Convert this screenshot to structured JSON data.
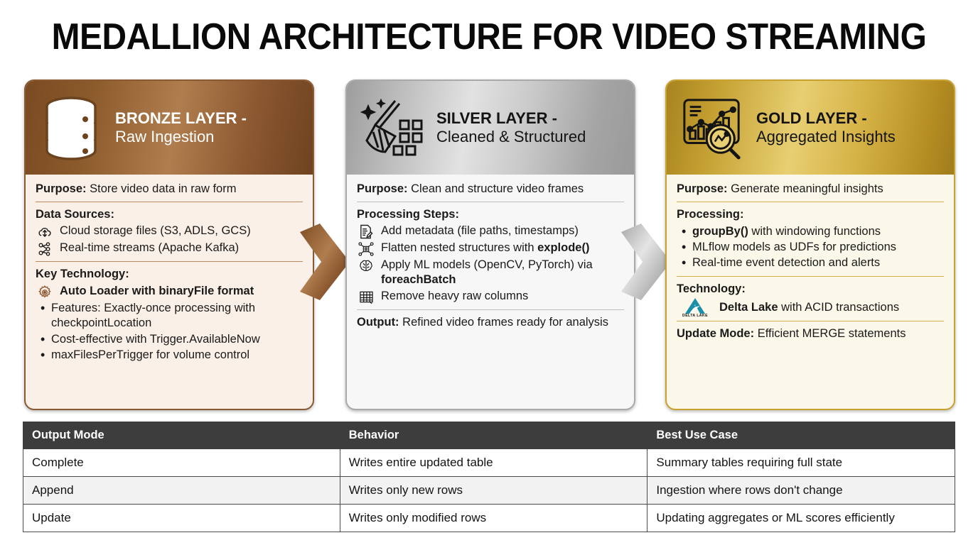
{
  "title": "MEDALLION ARCHITECTURE FOR VIDEO STREAMING",
  "colors": {
    "bronze": "#8b5a2b",
    "silver": "#b9b9b9",
    "gold": "#c6a234",
    "table_header": "#3d3d3d",
    "delta_lake_teal": "#1b8fa8"
  },
  "layers": [
    {
      "id": "bronze",
      "icon": "database-icon",
      "title_line1": "BRONZE LAYER -",
      "title_line2": "Raw Ingestion",
      "purpose_label": "Purpose:",
      "purpose_text": "Store video data in raw form",
      "section1_label": "Data Sources:",
      "sources": [
        {
          "icon": "cloud-upload-icon",
          "text": "Cloud storage files (S3, ADLS, GCS)"
        },
        {
          "icon": "kafka-stream-icon",
          "text": "Real-time streams (Apache Kafka)"
        }
      ],
      "section2_label": "Key Technology:",
      "tech_icon": "gear-icon",
      "tech_text_bold": "Auto Loader with binaryFile format",
      "bullets": [
        "Features: Exactly-once processing with checkpointLocation",
        "Cost-effective with Trigger.AvailableNow",
        "maxFilesPerTrigger for volume control"
      ]
    },
    {
      "id": "silver",
      "icon": "broom-sparkle-icon",
      "title_line1": "SILVER LAYER -",
      "title_line2": "Cleaned & Structured",
      "purpose_label": "Purpose:",
      "purpose_text": "Clean and structure video frames",
      "section1_label": "Processing Steps:",
      "steps": [
        {
          "icon": "document-edit-icon",
          "text": "Add metadata (file paths, timestamps)",
          "bold": ""
        },
        {
          "icon": "flatten-nodes-icon",
          "text": "Flatten nested structures with ",
          "bold": "explode()"
        },
        {
          "icon": "brain-icon",
          "text": "Apply ML models (OpenCV, PyTorch) via ",
          "bold": "foreachBatch"
        },
        {
          "icon": "table-grid-icon",
          "text": "Remove heavy raw columns",
          "bold": ""
        }
      ],
      "output_label": "Output:",
      "output_text": "Refined video frames ready for analysis"
    },
    {
      "id": "gold",
      "icon": "analytics-dashboard-icon",
      "title_line1": "GOLD LAYER -",
      "title_line2": "Aggregated Insights",
      "purpose_label": "Purpose:",
      "purpose_text": "Generate meaningful insights",
      "section1_label": "Processing:",
      "bullets": [
        {
          "bold": "groupBy()",
          "text": " with windowing functions"
        },
        {
          "bold": "",
          "text": "MLflow models as UDFs for predictions"
        },
        {
          "bold": "",
          "text": "Real-time event detection and alerts"
        }
      ],
      "section2_label": "Technology:",
      "tech_icon": "delta-lake-logo",
      "tech_logo_caption": "DELTA LAKE",
      "tech_text_bold": "Delta Lake",
      "tech_text_rest": " with ACID transactions",
      "update_label": "Update Mode:",
      "update_text": "Efficient MERGE statements"
    }
  ],
  "arrows": [
    {
      "id": "arrow-bronze-to-silver",
      "name": "chevron-arrow-right-bronze"
    },
    {
      "id": "arrow-silver-to-gold",
      "name": "chevron-arrow-right-silver"
    }
  ],
  "table": {
    "headers": [
      "Output Mode",
      "Behavior",
      "Best Use Case"
    ],
    "rows": [
      [
        "Complete",
        "Writes entire updated table",
        "Summary tables requiring full state"
      ],
      [
        "Append",
        "Writes only new rows",
        "Ingestion where rows don't change"
      ],
      [
        "Update",
        "Writes only modified rows",
        "Updating aggregates or ML scores efficiently"
      ]
    ]
  }
}
